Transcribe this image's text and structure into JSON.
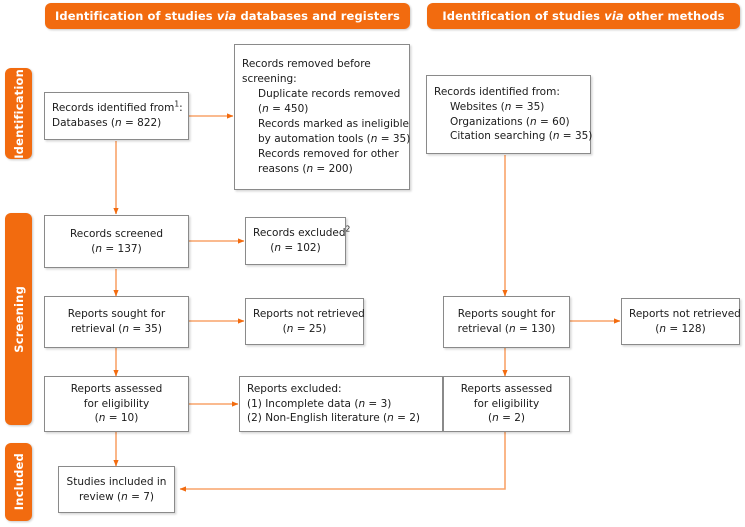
{
  "diagram": {
    "title": "PRISMA 2020 flow diagram",
    "accent_color": "#F26B0F",
    "box_border_color": "#8a8a8a",
    "arrow_color": "#F4843C"
  },
  "banners": [
    {
      "id": "banner-databases",
      "label_pre": "Identification of studies ",
      "label_italic": "via",
      "label_post": " databases and registers"
    },
    {
      "id": "banner-other",
      "label_pre": "Identification of studies ",
      "label_italic": "via",
      "label_post": " other methods"
    }
  ],
  "phases": [
    {
      "id": "phase-identification",
      "label": "Identification"
    },
    {
      "id": "phase-screening",
      "label": "Screening"
    },
    {
      "id": "phase-included",
      "label": "Included"
    }
  ],
  "boxes": {
    "records_identified_db": {
      "name": "records-identified-databases",
      "lines": [
        {
          "text": "Records identified from",
          "sup": "1",
          "suffix": ":"
        },
        {
          "text_pre": "Databases (",
          "italic": "n",
          "text_post": " = 822)"
        }
      ]
    },
    "records_removed": {
      "name": "records-removed-before-screening",
      "lines": [
        {
          "text": "Records removed before"
        },
        {
          "text": "screening:"
        },
        {
          "text": "Duplicate records removed",
          "indent": true
        },
        {
          "text_pre": "(",
          "italic": "n",
          "text_post": " = 450)",
          "indent": true
        },
        {
          "text": "Records marked as ineligible",
          "indent": true
        },
        {
          "text_pre": "by automation tools (",
          "italic": "n",
          "text_post": " = 35)",
          "indent": true
        },
        {
          "text": "Records removed for other",
          "indent": true
        },
        {
          "text_pre": "reasons (",
          "italic": "n",
          "text_post": " = 200)",
          "indent": true
        }
      ]
    },
    "records_identified_other": {
      "name": "records-identified-other-methods",
      "lines": [
        {
          "text": "Records identified from:"
        },
        {
          "text_pre": "Websites (",
          "italic": "n",
          "text_post": " = 35)",
          "indent": true
        },
        {
          "text_pre": "Organizations (",
          "italic": "n",
          "text_post": " = 60)",
          "indent": true
        },
        {
          "text_pre": "Citation searching (",
          "italic": "n",
          "text_post": " = 35)",
          "indent": true
        }
      ]
    },
    "records_screened": {
      "name": "records-screened",
      "lines": [
        {
          "text": "Records screened"
        },
        {
          "text_pre": "(",
          "italic": "n",
          "text_post": " = 137)"
        }
      ]
    },
    "records_excluded": {
      "name": "records-excluded",
      "lines": [
        {
          "text": "Records excluded",
          "sup": "2"
        },
        {
          "text_pre": "(",
          "italic": "n",
          "text_post": " = 102)"
        }
      ]
    },
    "reports_sought_db": {
      "name": "reports-sought-for-retrieval-databases",
      "lines": [
        {
          "text": "Reports sought for"
        },
        {
          "text_pre": "retrieval (",
          "italic": "n",
          "text_post": " = 35)"
        }
      ]
    },
    "reports_not_retrieved_db": {
      "name": "reports-not-retrieved-databases",
      "lines": [
        {
          "text": "Reports not retrieved"
        },
        {
          "text_pre": "(",
          "italic": "n",
          "text_post": " = 25)"
        }
      ]
    },
    "reports_sought_other": {
      "name": "reports-sought-for-retrieval-other",
      "lines": [
        {
          "text": "Reports sought for"
        },
        {
          "text_pre": "retrieval (",
          "italic": "n",
          "text_post": " = 130)"
        }
      ]
    },
    "reports_not_retrieved_other": {
      "name": "reports-not-retrieved-other",
      "lines": [
        {
          "text": "Reports not retrieved"
        },
        {
          "text_pre": "(",
          "italic": "n",
          "text_post": " = 128)"
        }
      ]
    },
    "reports_assessed_db": {
      "name": "reports-assessed-for-eligibility-databases",
      "lines": [
        {
          "text": "Reports assessed"
        },
        {
          "text": "for eligibility"
        },
        {
          "text_pre": "(",
          "italic": "n",
          "text_post": " = 10)"
        }
      ]
    },
    "reports_excluded": {
      "name": "reports-excluded",
      "lines": [
        {
          "text": "Reports excluded:"
        },
        {
          "text_pre": "(1) Incomplete data (",
          "italic": "n",
          "text_post": " = 3)"
        },
        {
          "text_pre": "(2) Non-English literature (",
          "italic": "n",
          "text_post": " = 2)"
        }
      ]
    },
    "reports_assessed_other": {
      "name": "reports-assessed-for-eligibility-other",
      "lines": [
        {
          "text": "Reports assessed"
        },
        {
          "text": "for eligibility"
        },
        {
          "text_pre": "(",
          "italic": "n",
          "text_post": " = 2)"
        }
      ]
    },
    "studies_included": {
      "name": "studies-included-in-review",
      "lines": [
        {
          "text": "Studies included in"
        },
        {
          "text_pre": "review (",
          "italic": "n",
          "text_post": " = 7)"
        }
      ]
    }
  }
}
